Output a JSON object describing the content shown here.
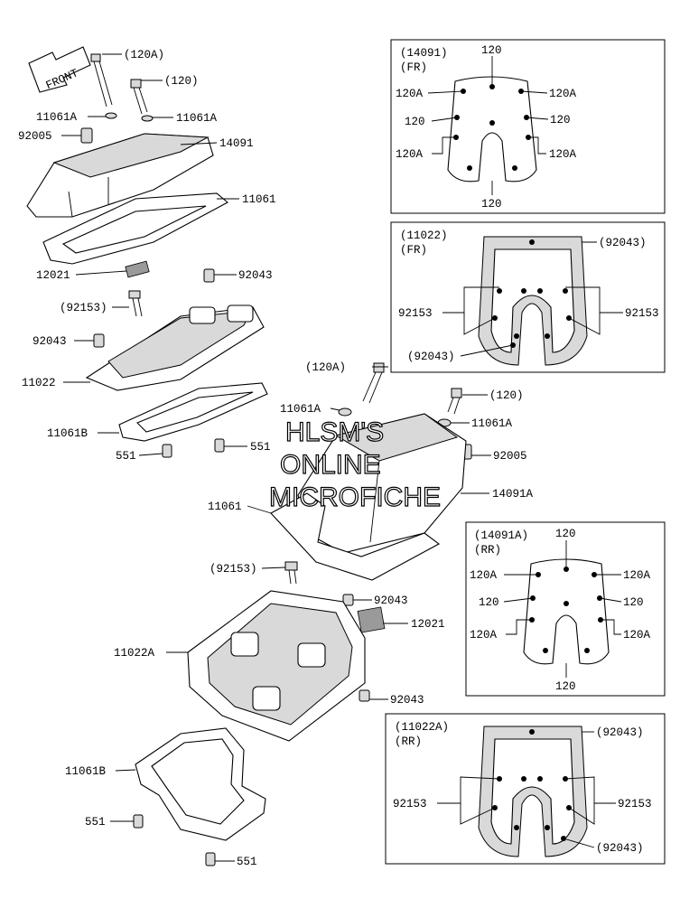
{
  "arrow_label": "FRONT",
  "watermark": [
    "HLSM'S",
    "ONLINE",
    "MICROFICHE"
  ],
  "main_labels": {
    "bolt_120a_top": "(120A)",
    "bolt_120_top": "(120)",
    "washer_11061a_left": "11061A",
    "washer_11061a_right": "11061A",
    "collar_92005_left": "92005",
    "cover_14091": "14091",
    "gasket_11061": "11061",
    "plate_12021_top": "12021",
    "collar_92043_top": "92043",
    "bolt_92153_top": "(92153)",
    "collar_92043_left": "92043",
    "cover_11022": "11022",
    "gasket_11061b_top": "11061B",
    "pin_551_a": "551",
    "pin_551_b": "551",
    "bolt_120a_mid": "(120A)",
    "washer_11061a_mid_left": "11061A",
    "bolt_120_mid": "(120)",
    "washer_11061a_mid_right": "11061A",
    "collar_92005_right": "92005",
    "cover_14091a": "14091A",
    "gasket_11061_mid": "11061",
    "bolt_92153_bottom": "(92153)",
    "collar_92043_mid": "92043",
    "plate_12021_bottom": "12021",
    "cover_11022a": "11022A",
    "collar_92043_bottom": "92043",
    "gasket_11061b_bottom": "11061B",
    "pin_551_c": "551",
    "pin_551_d": "551"
  },
  "box_14091_fr": {
    "title": "(14091)",
    "subtitle": "(FR)",
    "top": "120",
    "left_top": "120A",
    "right_top": "120A",
    "left_mid": "120",
    "right_mid": "120",
    "left_low": "120A",
    "right_low": "120A",
    "bottom": "120"
  },
  "box_11022_fr": {
    "title": "(11022)",
    "subtitle": "(FR)",
    "top_right": "(92043)",
    "left": "92153",
    "right": "92153",
    "bottom_left": "(92043)"
  },
  "box_14091a_rr": {
    "title": "(14091A)",
    "subtitle": "(RR)",
    "top": "120",
    "left_top": "120A",
    "right_top": "120A",
    "left_mid": "120",
    "right_mid": "120",
    "left_low": "120A",
    "right_low": "120A",
    "bottom": "120"
  },
  "box_11022a_rr": {
    "title": "(11022A)",
    "subtitle": "(RR)",
    "top_right": "(92043)",
    "left": "92153",
    "right": "92153",
    "bottom_right": "(92043)"
  }
}
